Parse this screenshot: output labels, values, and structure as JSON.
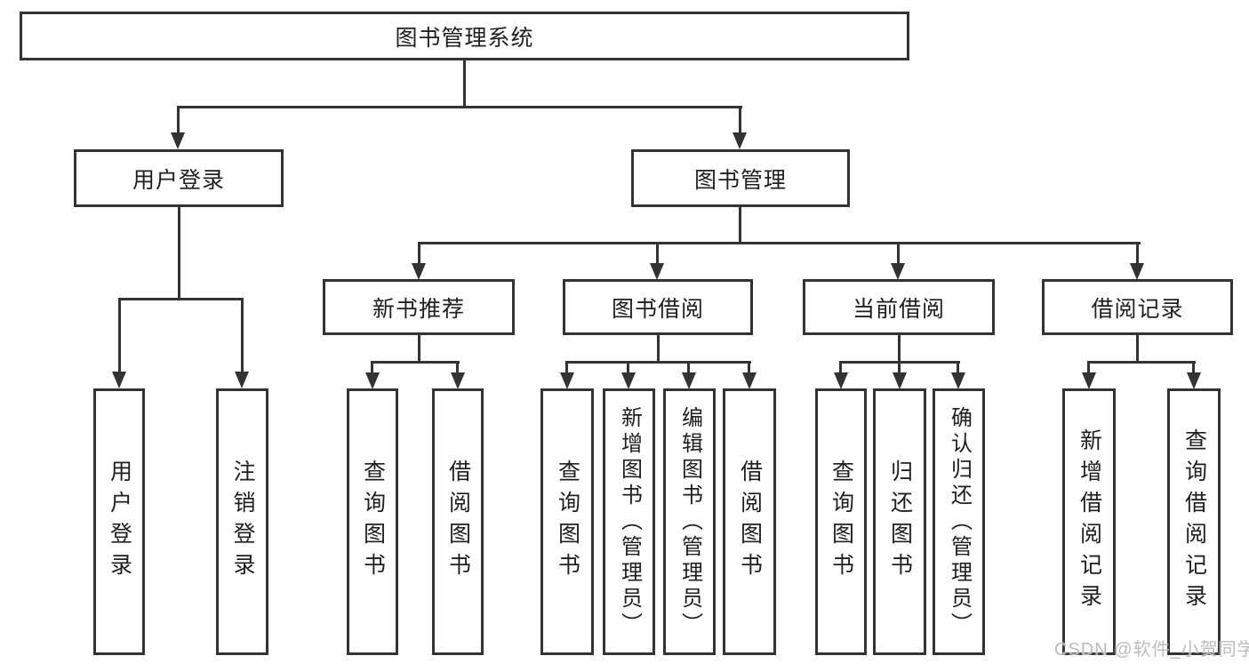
{
  "diagram": {
    "root": "图书管理系统",
    "branches": {
      "user_login": {
        "label": "用户登录",
        "children": [
          "用户登录",
          "注销登录"
        ]
      },
      "book_mgmt": {
        "label": "图书管理",
        "sections": {
          "new_book": {
            "label": "新书推荐",
            "children": [
              "查询图书",
              "借阅图书"
            ]
          },
          "book_borrow": {
            "label": "图书借阅",
            "children": [
              "查询图书",
              "新增图书（管理员）",
              "编辑图书（管理员）",
              "借阅图书"
            ]
          },
          "current_borrow": {
            "label": "当前借阅",
            "children": [
              "查询图书",
              "归还图书",
              "确认归还（管理员）"
            ]
          },
          "borrow_record": {
            "label": "借阅记录",
            "children": [
              "新增借阅记录",
              "查询借阅记录"
            ]
          }
        }
      }
    }
  },
  "watermark": "CSDN @软件_小贺同学",
  "colors": {
    "line": "#333333",
    "box_border": "#333333",
    "text": "#1f1f1f",
    "watermark": "#bcbcbc",
    "background": "#ffffff"
  }
}
